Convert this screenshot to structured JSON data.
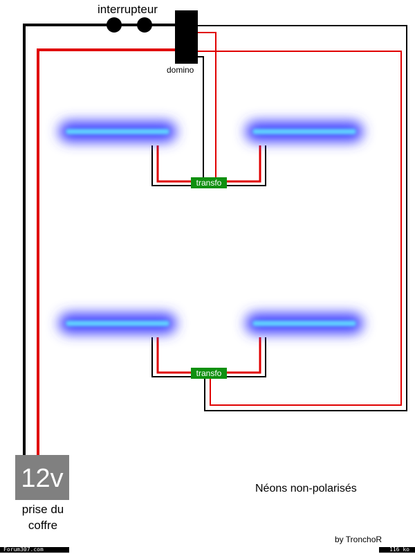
{
  "labels": {
    "switch": "interrupteur",
    "domino": "domino",
    "transfo_top": "transfo",
    "transfo_bottom": "transfo",
    "source": "12v",
    "source_desc_1": "prise du",
    "source_desc_2": "coffre",
    "title": "Néons non-polarisés",
    "author": "by TronchoR"
  },
  "footer": {
    "site": "Forum307.com",
    "size": "116 ko"
  },
  "colors": {
    "positive": "#e00000",
    "negative": "#000000",
    "transfo": "#109010",
    "neon_core": "#60d0ff",
    "neon_glow": "#4040ff",
    "source_box": "#808080"
  }
}
